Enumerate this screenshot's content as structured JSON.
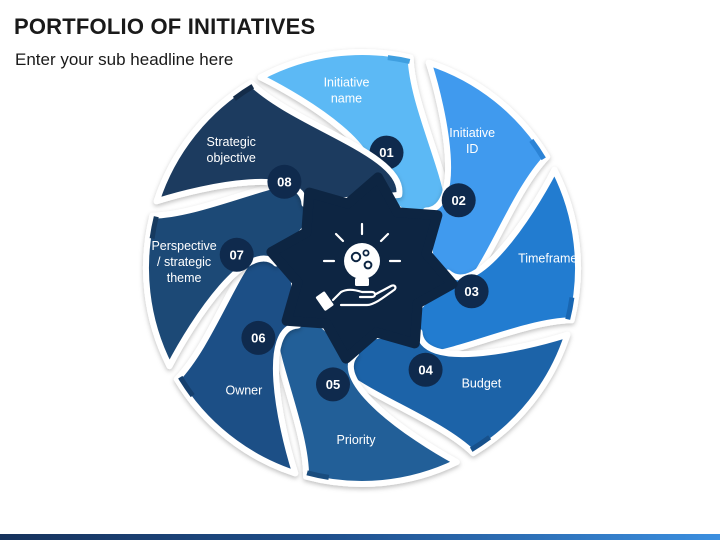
{
  "slide": {
    "title": "PORTFOLIO OF INITIATIVES",
    "subtitle": "Enter your sub headline here"
  },
  "center_icon": "lightbulb-gears-in-hand-icon",
  "segments": [
    {
      "number": "01",
      "lines": [
        "Initiative",
        "name"
      ],
      "color": "#5bb9f5",
      "dark": "#3f9fe0"
    },
    {
      "number": "02",
      "lines": [
        "Initiative",
        "ID"
      ],
      "color": "#3f9aee",
      "dark": "#2b83d6"
    },
    {
      "number": "03",
      "lines": [
        "Timeframe"
      ],
      "color": "#237cd0",
      "dark": "#1866b2"
    },
    {
      "number": "04",
      "lines": [
        "Budget"
      ],
      "color": "#1f64a8",
      "dark": "#17518c"
    },
    {
      "number": "05",
      "lines": [
        "Priority"
      ],
      "color": "#215e98",
      "dark": "#194c7e"
    },
    {
      "number": "06",
      "lines": [
        "Owner"
      ],
      "color": "#1c4f86",
      "dark": "#153f6d"
    },
    {
      "number": "07",
      "lines": [
        "Perspective",
        "/ strategic",
        "theme"
      ],
      "color": "#1e4a76",
      "dark": "#163a5f"
    },
    {
      "number": "08",
      "lines": [
        "Strategic",
        "objective"
      ],
      "color": "#1b3a5e",
      "dark": "#142c49"
    }
  ],
  "colors": {
    "center": "#0d2542",
    "badge": "#0f2a4d",
    "title": "#1a1a1a"
  }
}
